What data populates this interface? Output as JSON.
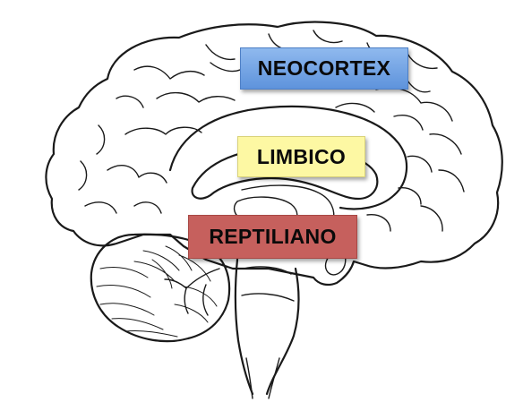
{
  "labels": {
    "neocortex": "NEOCORTEX",
    "limbico": "LIMBICO",
    "reptiliano": "REPTILIANO"
  },
  "colors": {
    "neocortex_box": "#6a9de0",
    "limbico_box": "#fdf8a3",
    "reptiliano_box": "#c6605d",
    "line_art": "#1a1a1a",
    "background": "#ffffff"
  }
}
